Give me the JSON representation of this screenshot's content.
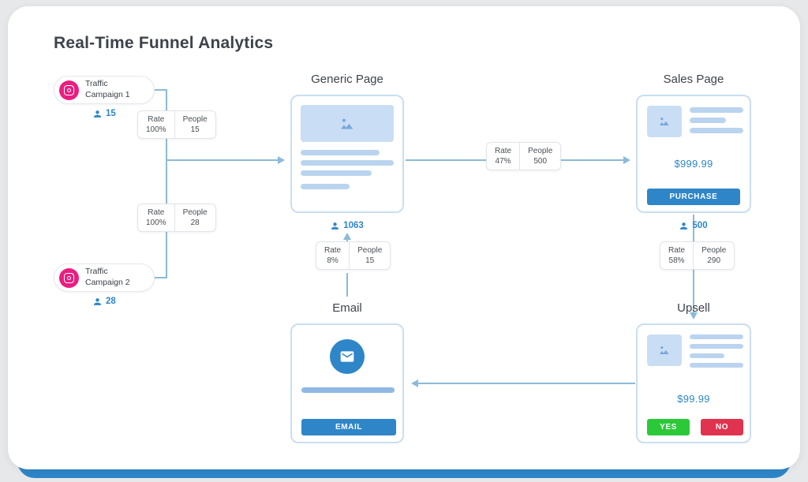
{
  "title": "Real-Time Funnel Analytics",
  "stat_labels": {
    "rate": "Rate",
    "people": "People"
  },
  "campaigns": [
    {
      "label": "Traffic Campaign 1",
      "count": "15",
      "rate": "100%",
      "people": "15"
    },
    {
      "label": "Traffic Campaign 2",
      "count": "28",
      "rate": "100%",
      "people": "28"
    }
  ],
  "nodes": {
    "generic_page": {
      "title": "Generic Page",
      "count": "1063"
    },
    "sales_page": {
      "title": "Sales Page",
      "price": "$999.99",
      "purchase_button": "PURCHASE",
      "count": "500"
    },
    "upsell": {
      "title": "Upsell",
      "price": "$99.99",
      "yes_button": "YES",
      "no_button": "NO"
    },
    "email": {
      "title": "Email",
      "email_button": "EMAIL"
    }
  },
  "transitions": {
    "generic_to_sales": {
      "rate": "47%",
      "people": "500"
    },
    "sales_to_upsell": {
      "rate": "58%",
      "people": "290"
    },
    "email_to_generic": {
      "rate": "8%",
      "people": "15"
    }
  },
  "colors": {
    "accent_blue": "#2e86c8",
    "connector_blue": "#8cbad9",
    "light_blue_fill": "#c9def4",
    "instagram_pink": "#ea1d80",
    "yes_green": "#2bc939",
    "no_red": "#e0334f"
  }
}
